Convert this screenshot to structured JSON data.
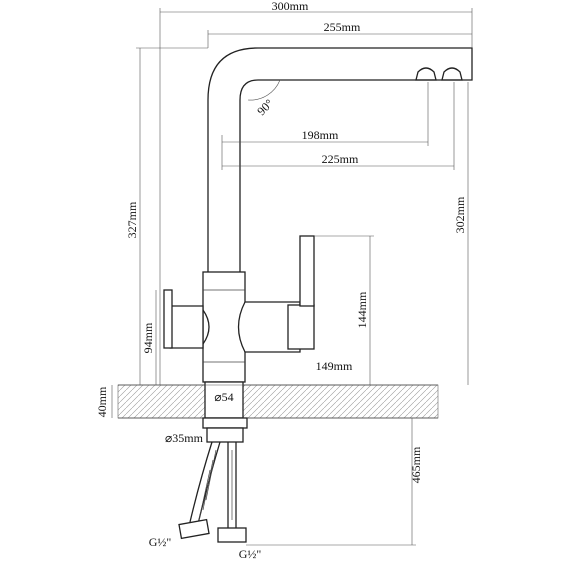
{
  "dimensions": {
    "total_width": "300mm",
    "spout_reach": "255mm",
    "spout_angle": "90°",
    "outlet_198": "198mm",
    "outlet_225": "225mm",
    "total_height": "327mm",
    "spout_height": "302mm",
    "handle_height": "144mm",
    "lever_height": "94mm",
    "handle_reach": "149mm",
    "countertop": "40mm",
    "base_diameter": "⌀54",
    "shank_diameter": "⌀35mm",
    "hose_length": "465mm",
    "thread_left": "G½\"",
    "thread_right": "G½\""
  }
}
